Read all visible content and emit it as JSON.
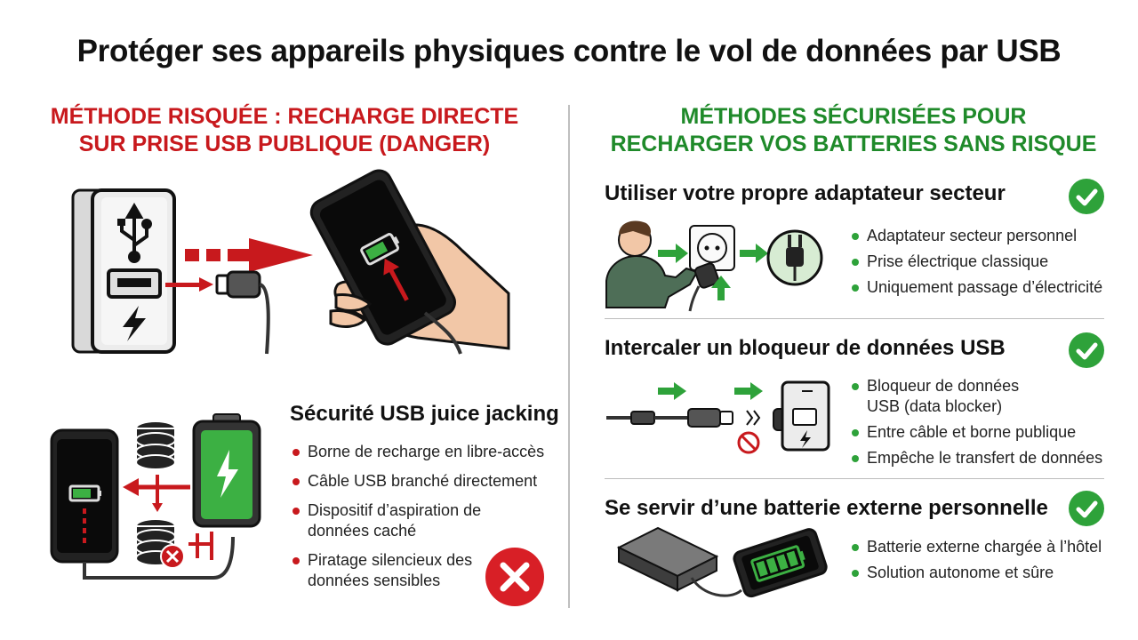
{
  "title": "Protéger ses appareils physiques contre le vol de données par USB",
  "left": {
    "heading_line1": "MÉTHODE RISQUÉE : RECHARGE DIRECTE",
    "heading_line2": "SUR PRISE USB PUBLIQUE (DANGER)",
    "section_title": "Sécurité USB juice jacking",
    "bullets": [
      "Borne de recharge en libre-accès",
      "Câble USB branché directement",
      "Dispositif d’aspiration de données caché",
      "Piratage silencieux des données sensibles"
    ]
  },
  "right": {
    "heading_line1": "MÉTHODES SÉCURISÉES POUR",
    "heading_line2": "RECHARGER VOS BATTERIES SANS RISQUE",
    "methods": [
      {
        "title": "Utiliser votre propre adaptateur secteur",
        "bullets": [
          "Adaptateur secteur personnel",
          "Prise électrique classique",
          "Uniquement passage d’électricité"
        ]
      },
      {
        "title": "Intercaler un bloqueur de données USB",
        "bullets": [
          "Bloqueur de données USB (data blocker)",
          "Entre câble et borne publique",
          "Empêche le transfert de données"
        ]
      },
      {
        "title": "Se servir d’une batterie externe personnelle",
        "bullets": [
          "Batterie externe chargée à l’hôtel",
          "Solution autonome et sûre"
        ]
      }
    ]
  },
  "colors": {
    "danger": "#c8191d",
    "safe": "#1f8a2a",
    "check": "#2ea23a",
    "battery": "#3cb043"
  },
  "icons": [
    "usb-icon",
    "lightning-icon",
    "check-icon",
    "cross-icon",
    "database-icon",
    "no-entry-icon",
    "plug-icon",
    "outlet-icon"
  ]
}
